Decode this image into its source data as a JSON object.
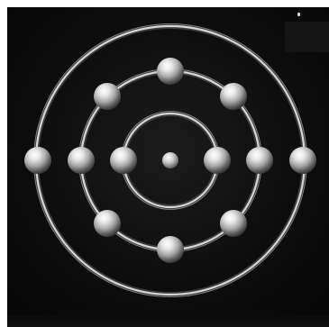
{
  "image": {
    "subject": "bohr-atom-model",
    "style": "chrome-on-black",
    "colors": {
      "background": "#0b0b0b",
      "ring": "#c9c9c9",
      "sphere_highlight": "#ffffff",
      "sphere_mid": "#a8a8a8",
      "sphere_shadow": "#3a3a3a"
    },
    "shells": [
      {
        "name": "inner-shell",
        "electrons": 2
      },
      {
        "name": "middle-shell",
        "electrons": 8
      },
      {
        "name": "outer-shell",
        "electrons": 2
      }
    ],
    "nucleus_count": 1
  }
}
